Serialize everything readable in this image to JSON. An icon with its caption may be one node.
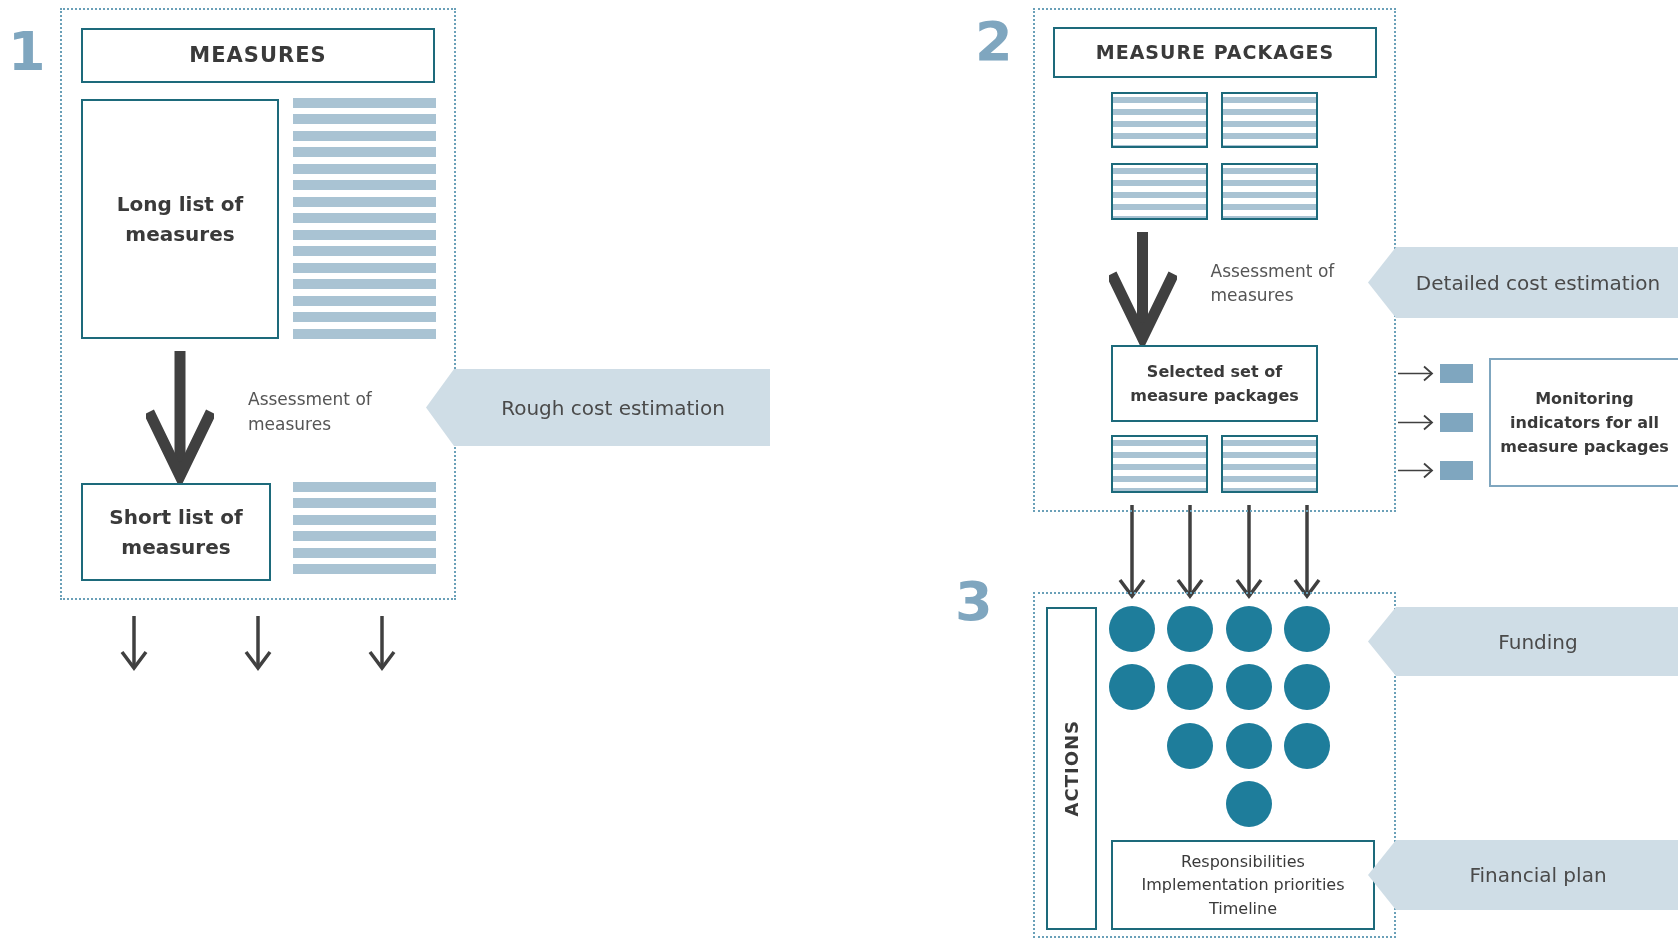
{
  "diagram": {
    "nodes": [
      {
        "text": [
          "1"
        ]
      },
      {
        "text": [
          "MEASURES"
        ],
        "in": 0
      },
      {
        "text": [
          "Long list of measures"
        ],
        "in": 0
      },
      {
        "text": [],
        "shape": "box",
        "in": 0
      },
      {
        "text": [
          "Short list of measures"
        ],
        "in": 0
      },
      {
        "text": [],
        "shape": "box",
        "in": 0
      },
      {
        "text": [
          "Rough cost estimation"
        ]
      },
      {
        "text": [
          "2"
        ]
      },
      {
        "text": [
          "MEASURE PACKAGES"
        ],
        "in": 7
      },
      {
        "text": [],
        "shape": "box",
        "in": 7
      },
      {
        "text": [],
        "shape": "box",
        "in": 7
      },
      {
        "text": [],
        "shape": "box",
        "in": 7
      },
      {
        "text": [],
        "shape": "box",
        "in": 7
      },
      {
        "text": [
          "Selected set of measure packages"
        ],
        "in": 7
      },
      {
        "text": [],
        "shape": "box",
        "in": 7
      },
      {
        "text": [],
        "shape": "box",
        "in": 7
      },
      {
        "text": [
          "Detailed cost estimation"
        ]
      },
      {
        "text": [],
        "shape": "bar"
      },
      {
        "text": [],
        "shape": "bar"
      },
      {
        "text": [],
        "shape": "bar"
      },
      {
        "text": [
          "Monitoring indicators for all measure packages"
        ]
      },
      {
        "text": [
          "3"
        ]
      },
      {
        "text": [
          "ACTIONS"
        ],
        "in": 21
      },
      {
        "text": [],
        "shape": "circle",
        "in": 21
      },
      {
        "text": [],
        "shape": "circle",
        "in": 21
      },
      {
        "text": [],
        "shape": "circle",
        "in": 21
      },
      {
        "text": [],
        "shape": "circle",
        "in": 21
      },
      {
        "text": [],
        "shape": "circle",
        "in": 21
      },
      {
        "text": [],
        "shape": "circle",
        "in": 21
      },
      {
        "text": [],
        "shape": "circle",
        "in": 21
      },
      {
        "text": [],
        "shape": "circle",
        "in": 21
      },
      {
        "text": [],
        "shape": "circle",
        "in": 21
      },
      {
        "text": [],
        "shape": "circle",
        "in": 21
      },
      {
        "text": [],
        "shape": "circle",
        "in": 21
      },
      {
        "text": [],
        "shape": "circle",
        "in": 21
      },
      {
        "text": [
          "Responsibilities",
          "Implementation priorities",
          "Timeline"
        ],
        "in": 21
      },
      {
        "text": [
          "Funding"
        ]
      },
      {
        "text": [
          "Financial plan"
        ]
      }
    ],
    "edges": [
      {
        "from": 2,
        "to": 4,
        "arrow": "to",
        "label": "Assessment of measures",
        "style": "thick"
      },
      {
        "from": 0,
        "to": null,
        "arrow": "to"
      },
      {
        "from": 0,
        "to": null,
        "arrow": "to"
      },
      {
        "from": 0,
        "to": null,
        "arrow": "to"
      },
      {
        "from": 11,
        "to": 13,
        "arrow": "to",
        "label": "Assessment of measures",
        "style": "thick"
      },
      {
        "from": 7,
        "to": 17,
        "arrow": "to"
      },
      {
        "from": 7,
        "to": 18,
        "arrow": "to"
      },
      {
        "from": 7,
        "to": 19,
        "arrow": "to"
      },
      {
        "from": 14,
        "to": 23,
        "arrow": "to"
      },
      {
        "from": 14,
        "to": 24,
        "arrow": "to"
      },
      {
        "from": 15,
        "to": 25,
        "arrow": "to"
      },
      {
        "from": 15,
        "to": 26,
        "arrow": "to"
      }
    ]
  }
}
